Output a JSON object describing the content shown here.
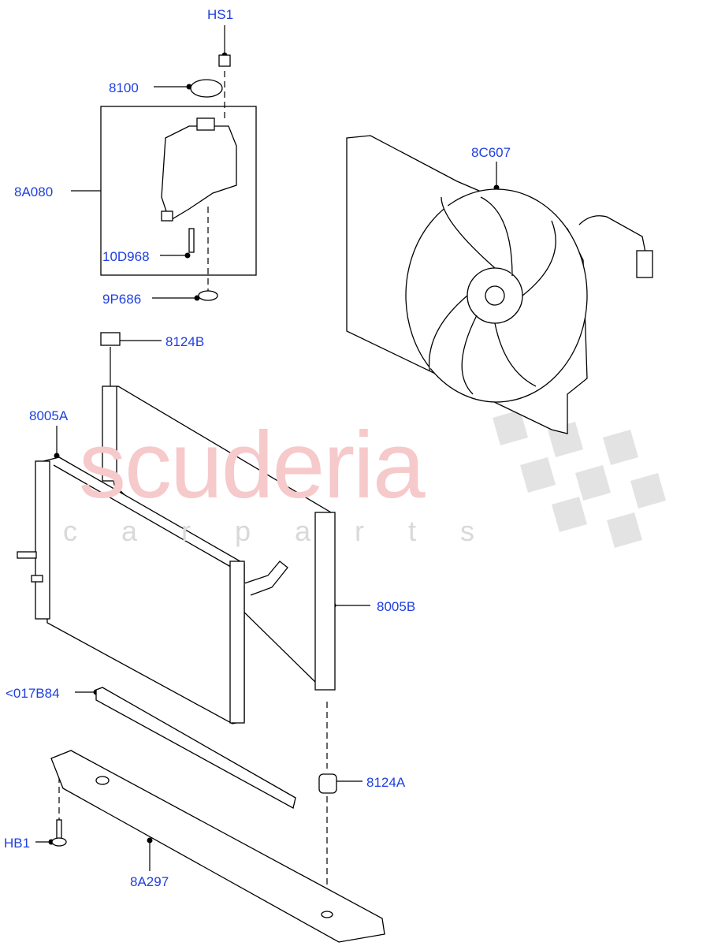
{
  "watermark": {
    "brand": "scuderia",
    "sub": "carparts",
    "brand_color": "#f6c9cb"
  },
  "label_color": "#1f3fe0",
  "labels": {
    "hs1": "HS1",
    "cap": "8100",
    "reservoir": "8A080",
    "sensor": "10D968",
    "grommet": "9P686",
    "upper_mount": "8124B",
    "fan": "8C607",
    "condenser": "8005A",
    "radiator": "8005B",
    "seal": "<017B84",
    "lower_mount": "8124A",
    "hb1": "HB1",
    "support": "8A297"
  }
}
